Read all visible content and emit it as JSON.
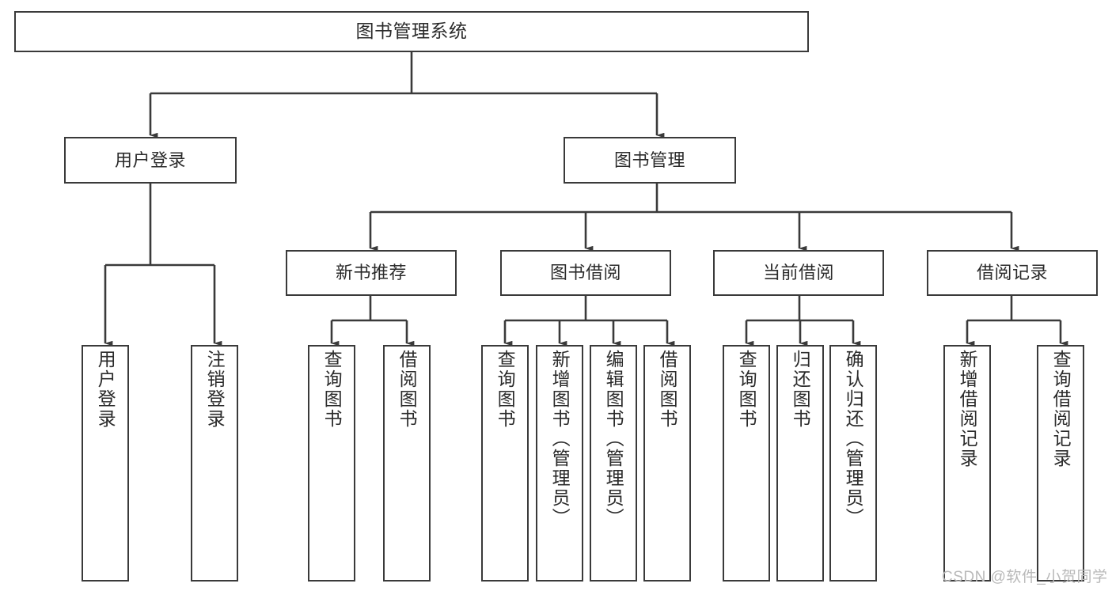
{
  "diagram": {
    "title": "图书管理系统",
    "type": "tree",
    "root": {
      "label": "图书管理系统"
    },
    "level1": [
      {
        "label": "用户登录"
      },
      {
        "label": "图书管理"
      }
    ],
    "level2": [
      {
        "label": "新书推荐"
      },
      {
        "label": "图书借阅"
      },
      {
        "label": "当前借阅"
      },
      {
        "label": "借阅记录"
      }
    ],
    "leaves": {
      "user_login": [
        {
          "label": "用户登录"
        },
        {
          "label": "注销登录"
        }
      ],
      "new_book_recommend": [
        {
          "label": "查询图书"
        },
        {
          "label": "借阅图书"
        }
      ],
      "book_borrow": [
        {
          "label": "查询图书"
        },
        {
          "label": "新增图书（管理员）"
        },
        {
          "label": "编辑图书（管理员）"
        },
        {
          "label": "借阅图书"
        }
      ],
      "current_borrow": [
        {
          "label": "查询图书"
        },
        {
          "label": "归还图书"
        },
        {
          "label": "确认归还（管理员）"
        }
      ],
      "borrow_record": [
        {
          "label": "新增借阅记录"
        },
        {
          "label": "查询借阅记录"
        }
      ]
    }
  },
  "watermark": {
    "text": "CSDN @软件_小贺同学"
  },
  "colors": {
    "stroke": "#3a3a3a",
    "text": "#2b2b2b",
    "background": "#ffffff",
    "watermark": "#b9b9b9"
  }
}
